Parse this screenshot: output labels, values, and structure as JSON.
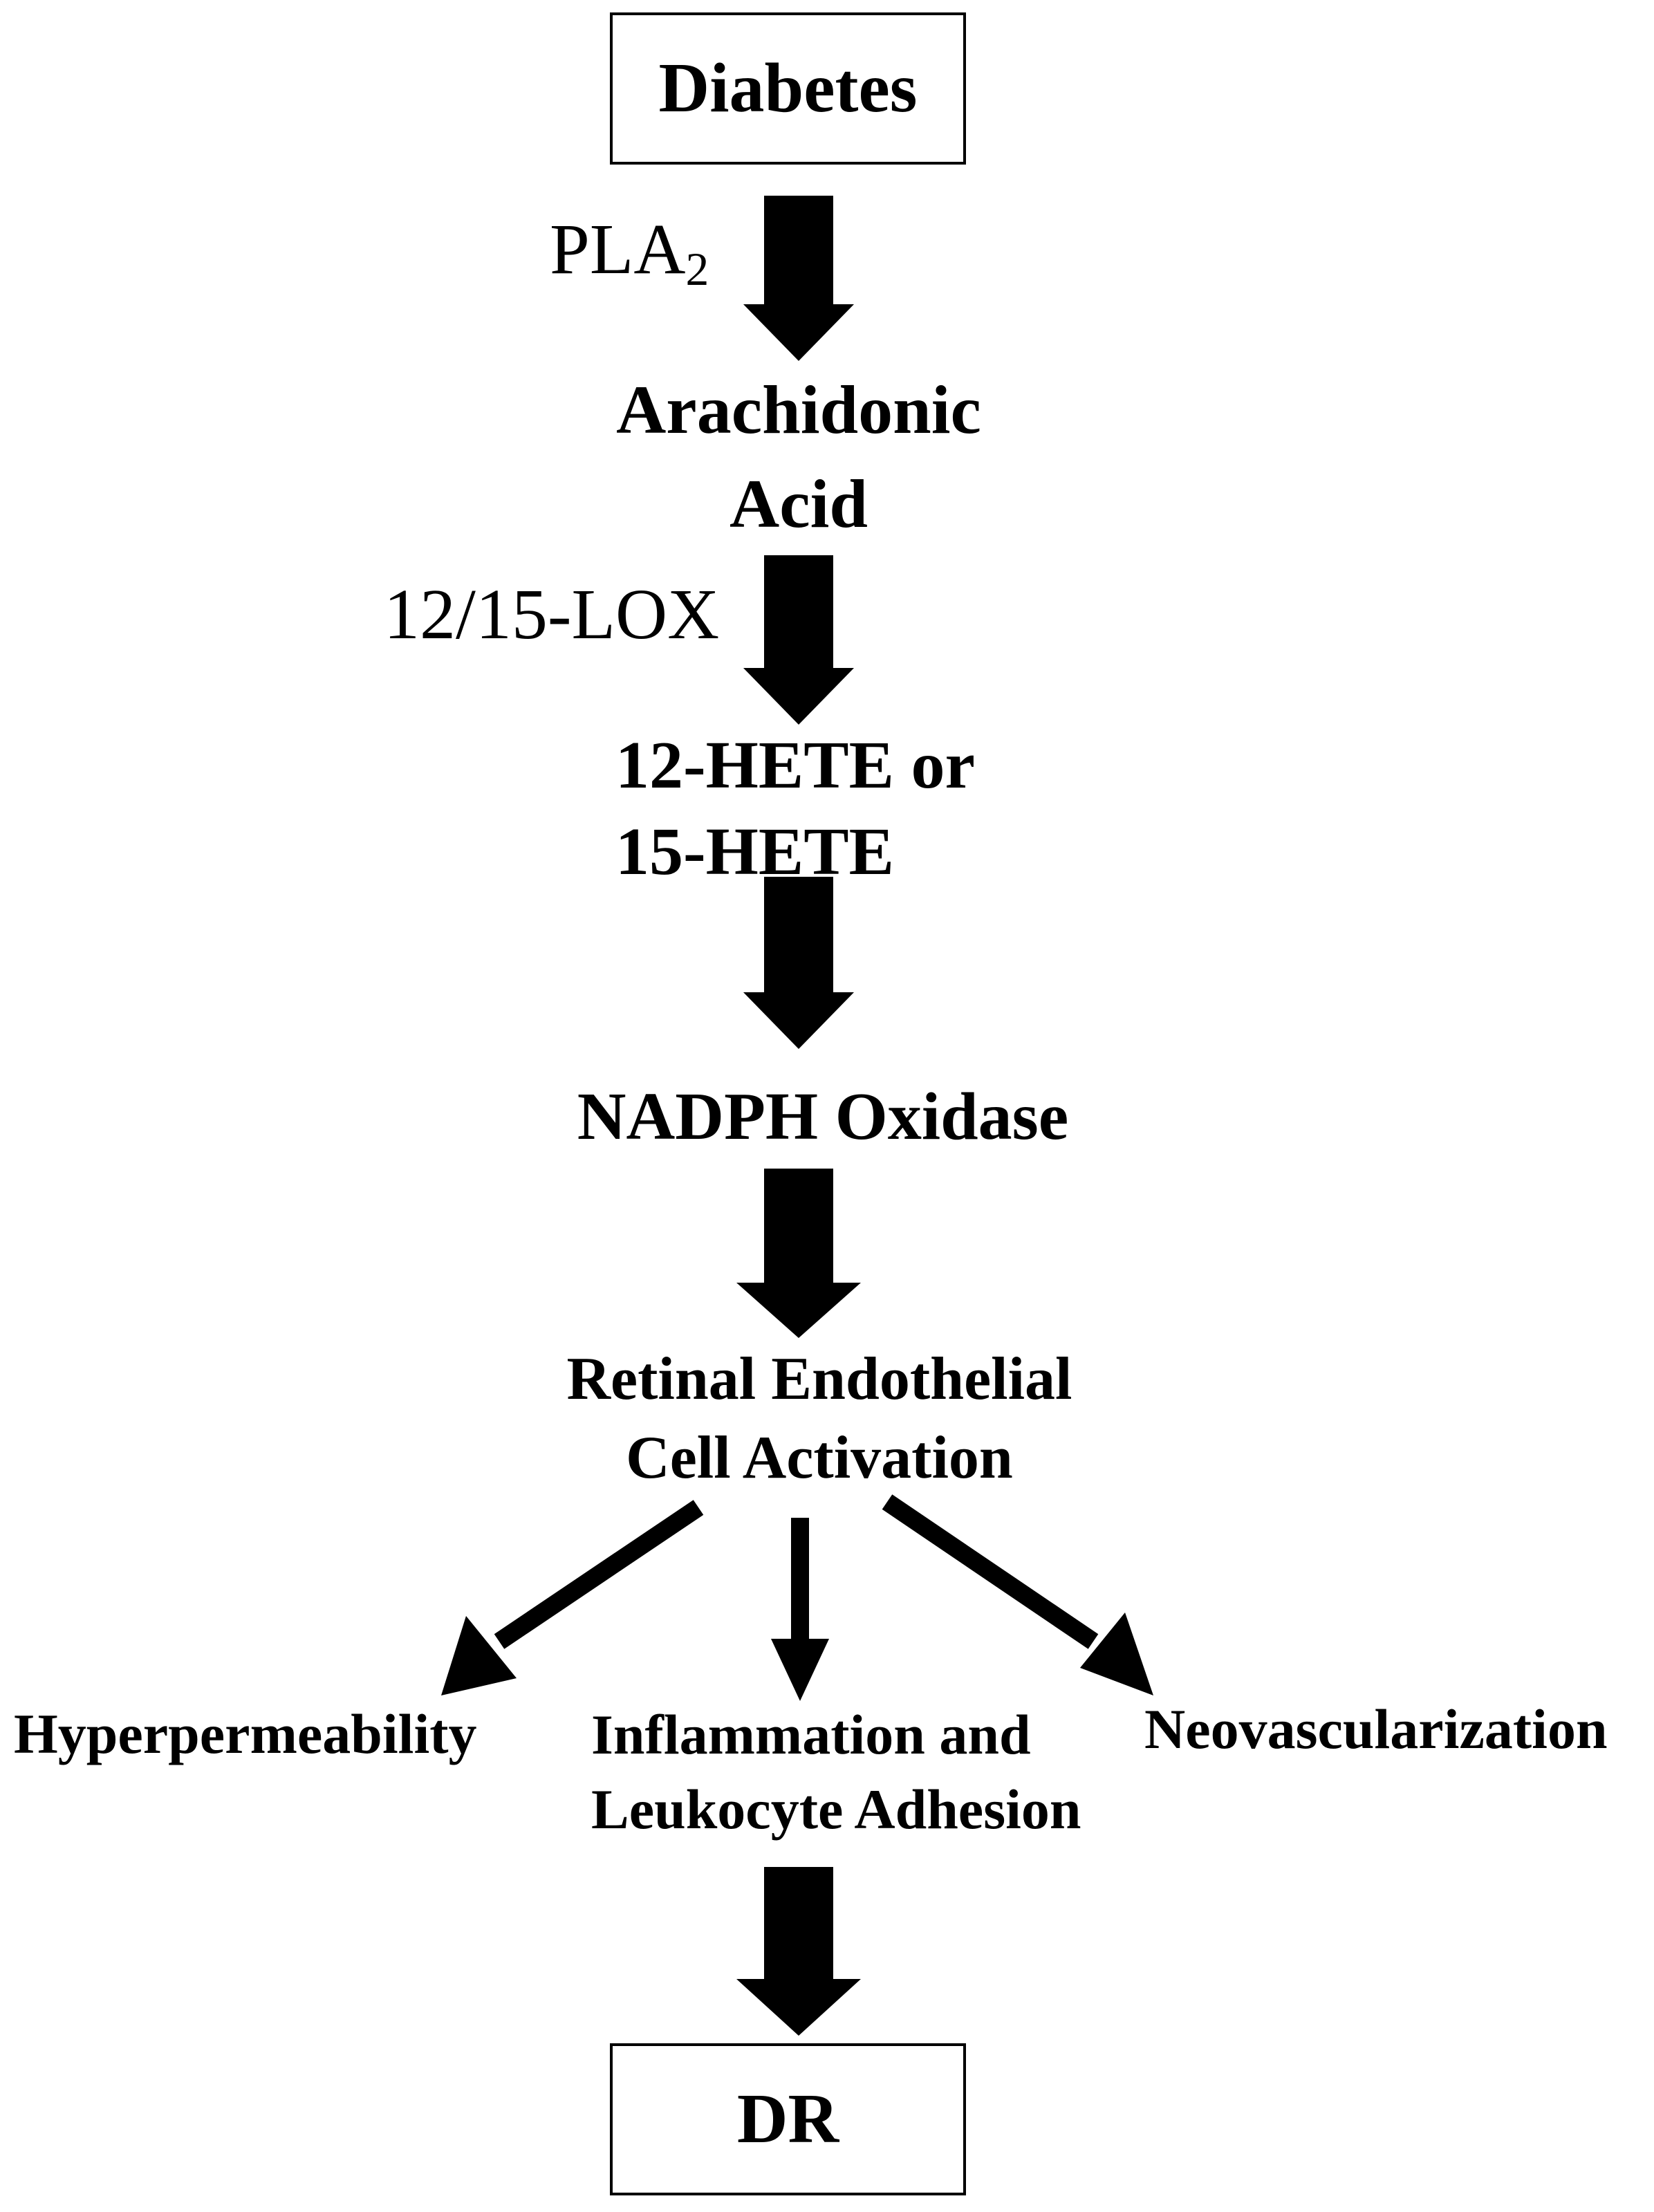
{
  "nodes": {
    "diabetes": "Diabetes",
    "arachidonic_line1": "Arachidonic",
    "arachidonic_line2": "Acid",
    "hete_line1": "12-HETE or",
    "hete_line2": "15-HETE",
    "nadph": "NADPH Oxidase",
    "retinal_line1": "Retinal Endothelial",
    "retinal_line2": "Cell Activation",
    "hyperpermeability": "Hyperpermeability",
    "inflammation_line1": "Inflammation and",
    "inflammation_line2": "Leukocyte Adhesion",
    "neovascularization": "Neovascularization",
    "dr": "DR"
  },
  "enzymes": {
    "pla_base": "PLA",
    "pla_sub": "2",
    "lox": "12/15-LOX"
  },
  "edges": [
    {
      "from": "diabetes",
      "to": "arachidonic",
      "label": "PLA2"
    },
    {
      "from": "arachidonic",
      "to": "hete",
      "label": "12/15-LOX"
    },
    {
      "from": "hete",
      "to": "nadph"
    },
    {
      "from": "nadph",
      "to": "retinal"
    },
    {
      "from": "retinal",
      "to": "hyperpermeability"
    },
    {
      "from": "retinal",
      "to": "inflammation"
    },
    {
      "from": "retinal",
      "to": "neovascularization"
    },
    {
      "from": "inflammation",
      "to": "dr"
    }
  ],
  "colors": {
    "ink": "#000000",
    "background": "#ffffff"
  }
}
